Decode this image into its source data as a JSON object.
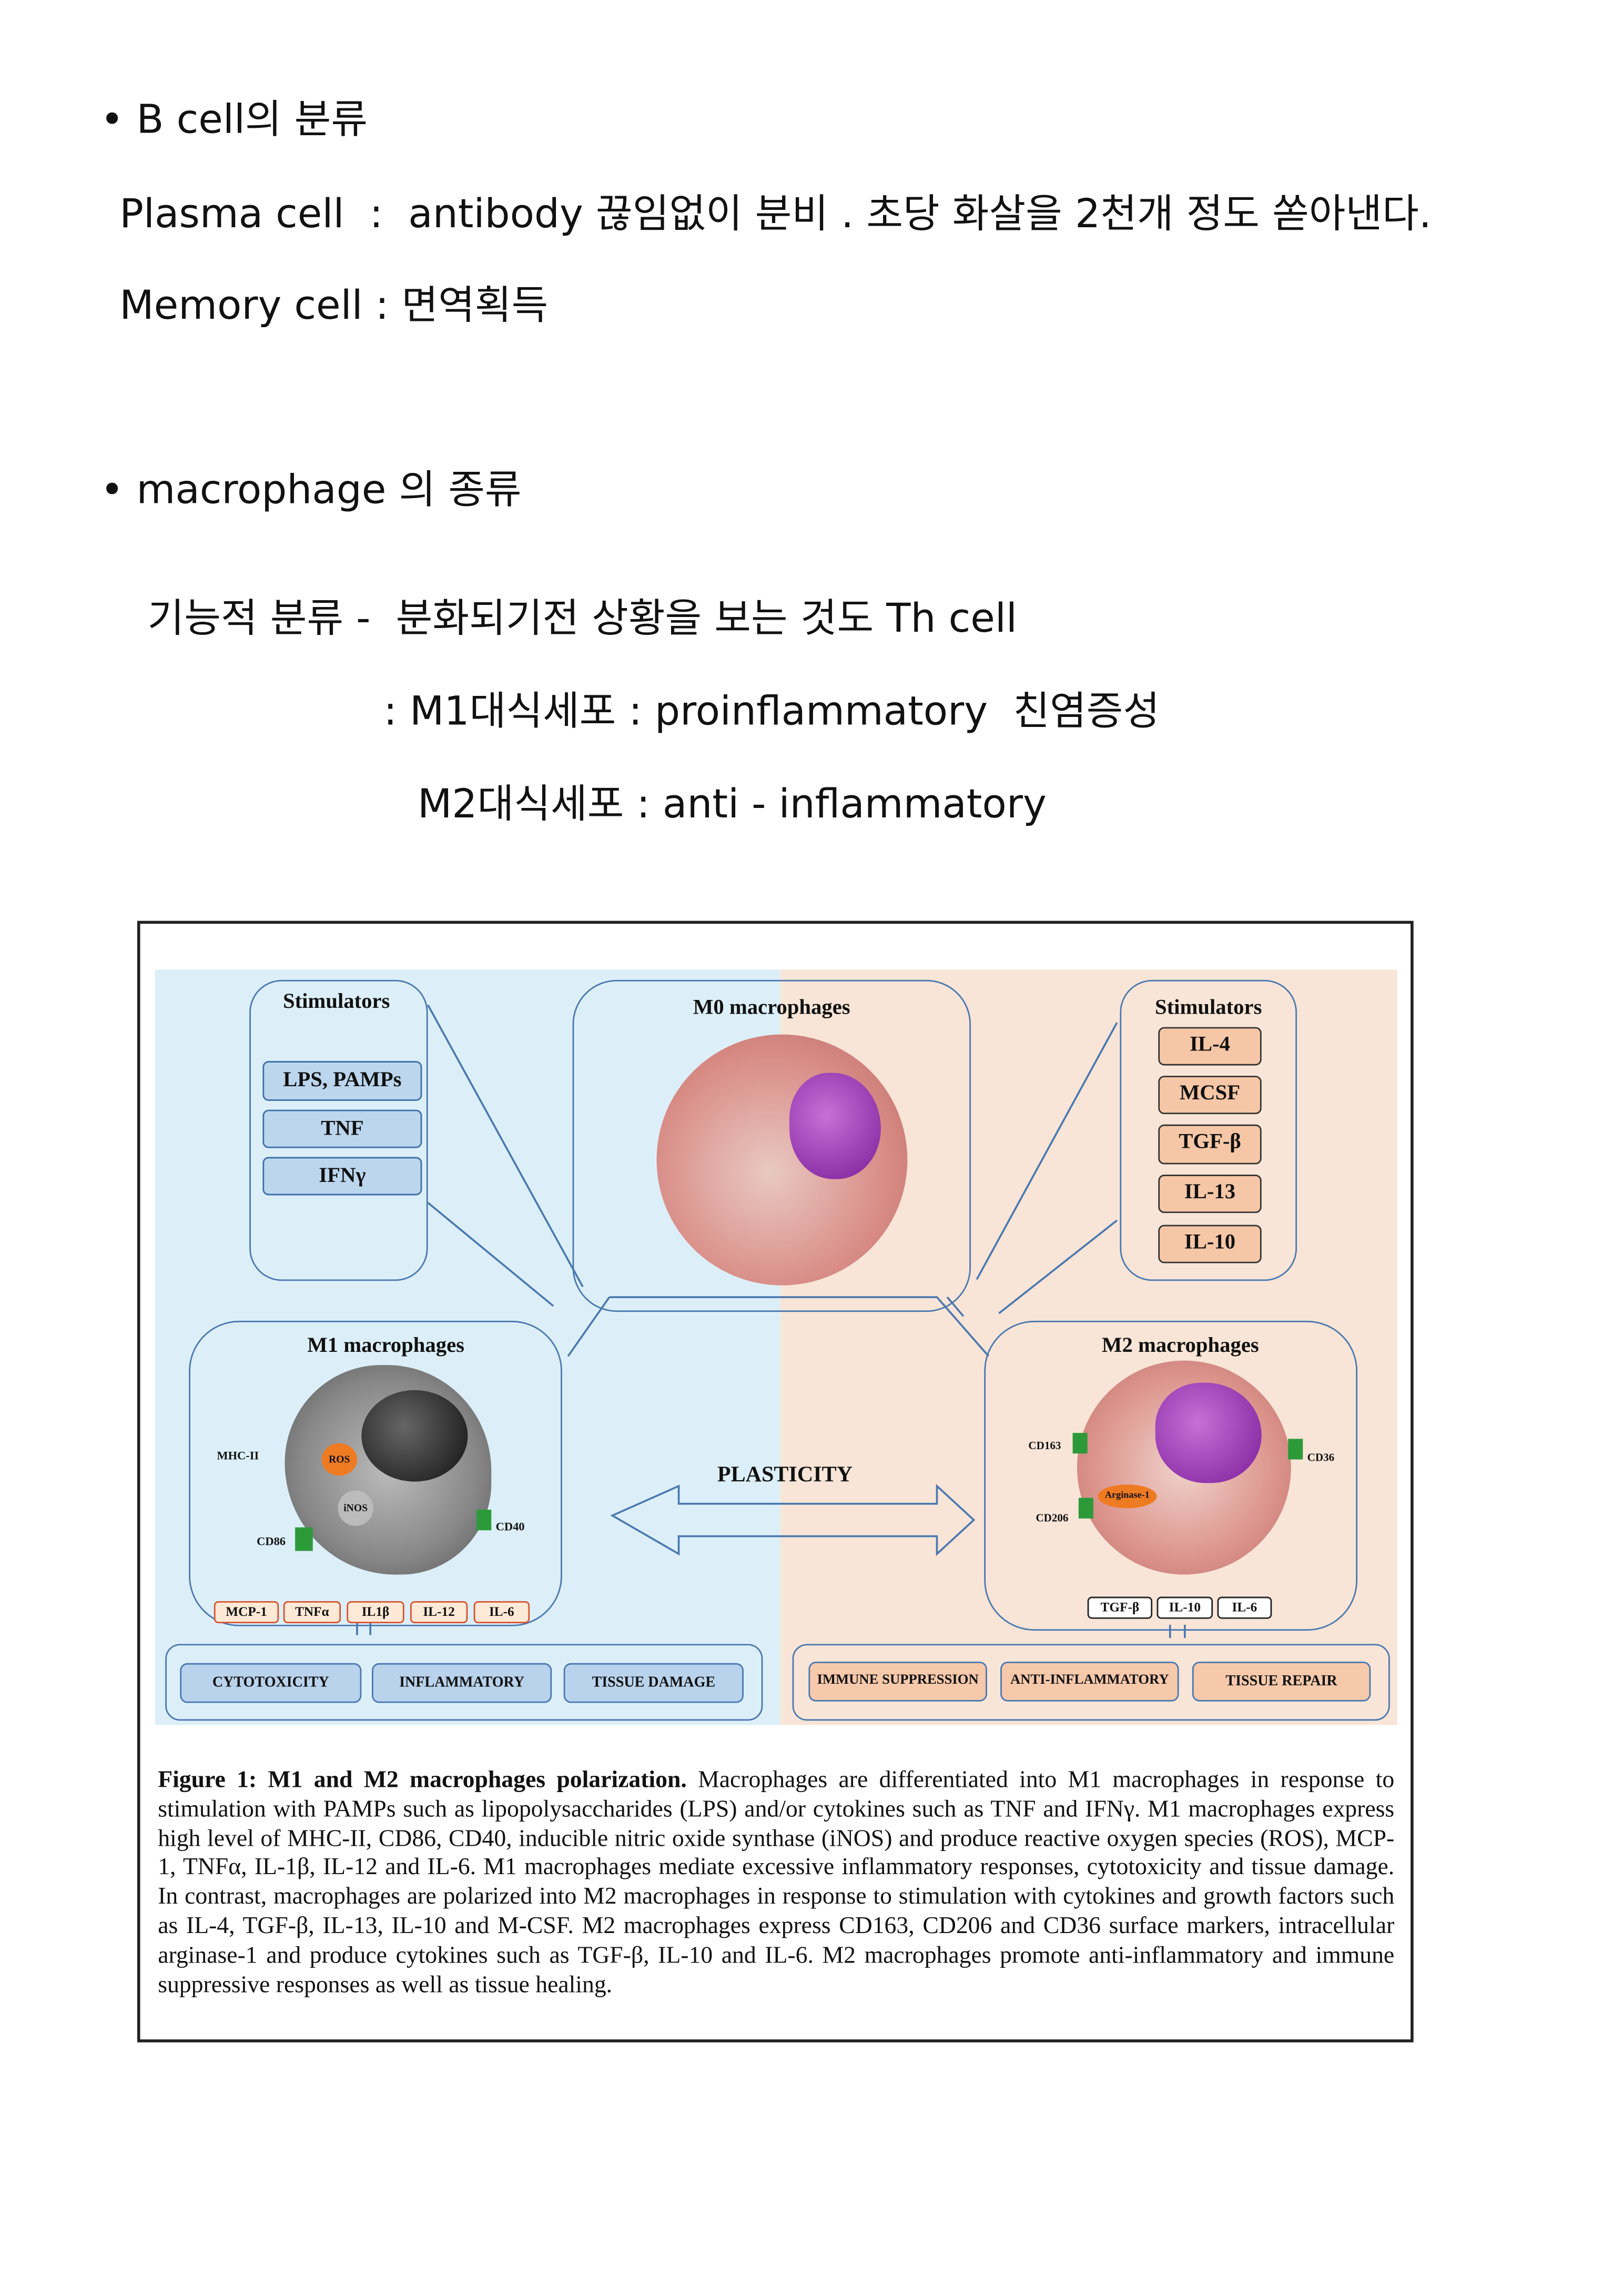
{
  "notes": {
    "bullet1": "• B cell의 분류",
    "plasma": "Plasma cell  :  antibody 끊임없이 분비 . 초당 화살을 2천개 정도 쏟아낸다.",
    "memory": "Memory cell : 면역획득",
    "bullet2": "• macrophage 의 종류",
    "func": "기능적 분류 -  분화되기전 상황을 보는 것도 Th cell",
    "m1": ": M1대식세포 : proinflammatory  친염증성",
    "m2": "M2대식세포 : anti - inflammatory"
  },
  "figure": {
    "left_stim_title": "Stimulators",
    "left_stim": [
      "LPS, PAMPs",
      "TNF",
      "IFNγ"
    ],
    "m0_title": "M0 macrophages",
    "right_stim_title": "Stimulators",
    "right_stim": [
      "IL-4",
      "MCSF",
      "TGF-β",
      "IL-13",
      "IL-10"
    ],
    "m1_title": "M1 macrophages",
    "m1_markers": {
      "mhc": "MHC-II",
      "ros": "ROS",
      "inos": "iNOS",
      "cd86": "CD86",
      "cd40": "CD40"
    },
    "m1_cytokines": [
      "MCP-1",
      "TNFα",
      "IL1β",
      "IL-12",
      "IL-6"
    ],
    "plasticity": "PLASTICITY",
    "m2_title": "M2 macrophages",
    "m2_markers": {
      "cd163": "CD163",
      "cd36": "CD36",
      "arg": "Arginase-1",
      "cd206": "CD206"
    },
    "m2_cytokines": [
      "TGF-β",
      "IL-10",
      "IL-6"
    ],
    "m1_effects": [
      "CYTOTOXICITY",
      "INFLAMMATORY",
      "TISSUE DAMAGE"
    ],
    "m2_effects": [
      "IMMUNE SUPPRESSION",
      "ANTI-INFLAMMATORY",
      "TISSUE REPAIR"
    ],
    "caption_label": "Figure 1: M1 and M2 macrophages polarization.",
    "caption_text": " Macrophages are differentiated into M1 macrophages in response to stimulation with PAMPs such as lipopolysaccharides (LPS) and/or cytokines such as TNF and IFNγ. M1 macrophages express high level of MHC-II, CD86, CD40, inducible nitric oxide synthase (iNOS) and produce reactive oxygen species (ROS), MCP-1, TNFα, IL-1β, IL-12 and IL-6. M1 macrophages mediate excessive inflammatory responses, cytotoxicity and tissue damage. In contrast, macrophages are polarized into M2 macrophages in response to stimulation with cytokines and growth factors such as IL-4, TGF-β, IL-13, IL-10 and M-CSF. M2 macrophages express CD163, CD206 and CD36 surface markers, intracellular arginase-1 and produce cytokines such as TGF-β, IL-10 and IL-6. M2 macrophages promote anti-inflammatory and immune suppressive responses as well as tissue healing."
  }
}
